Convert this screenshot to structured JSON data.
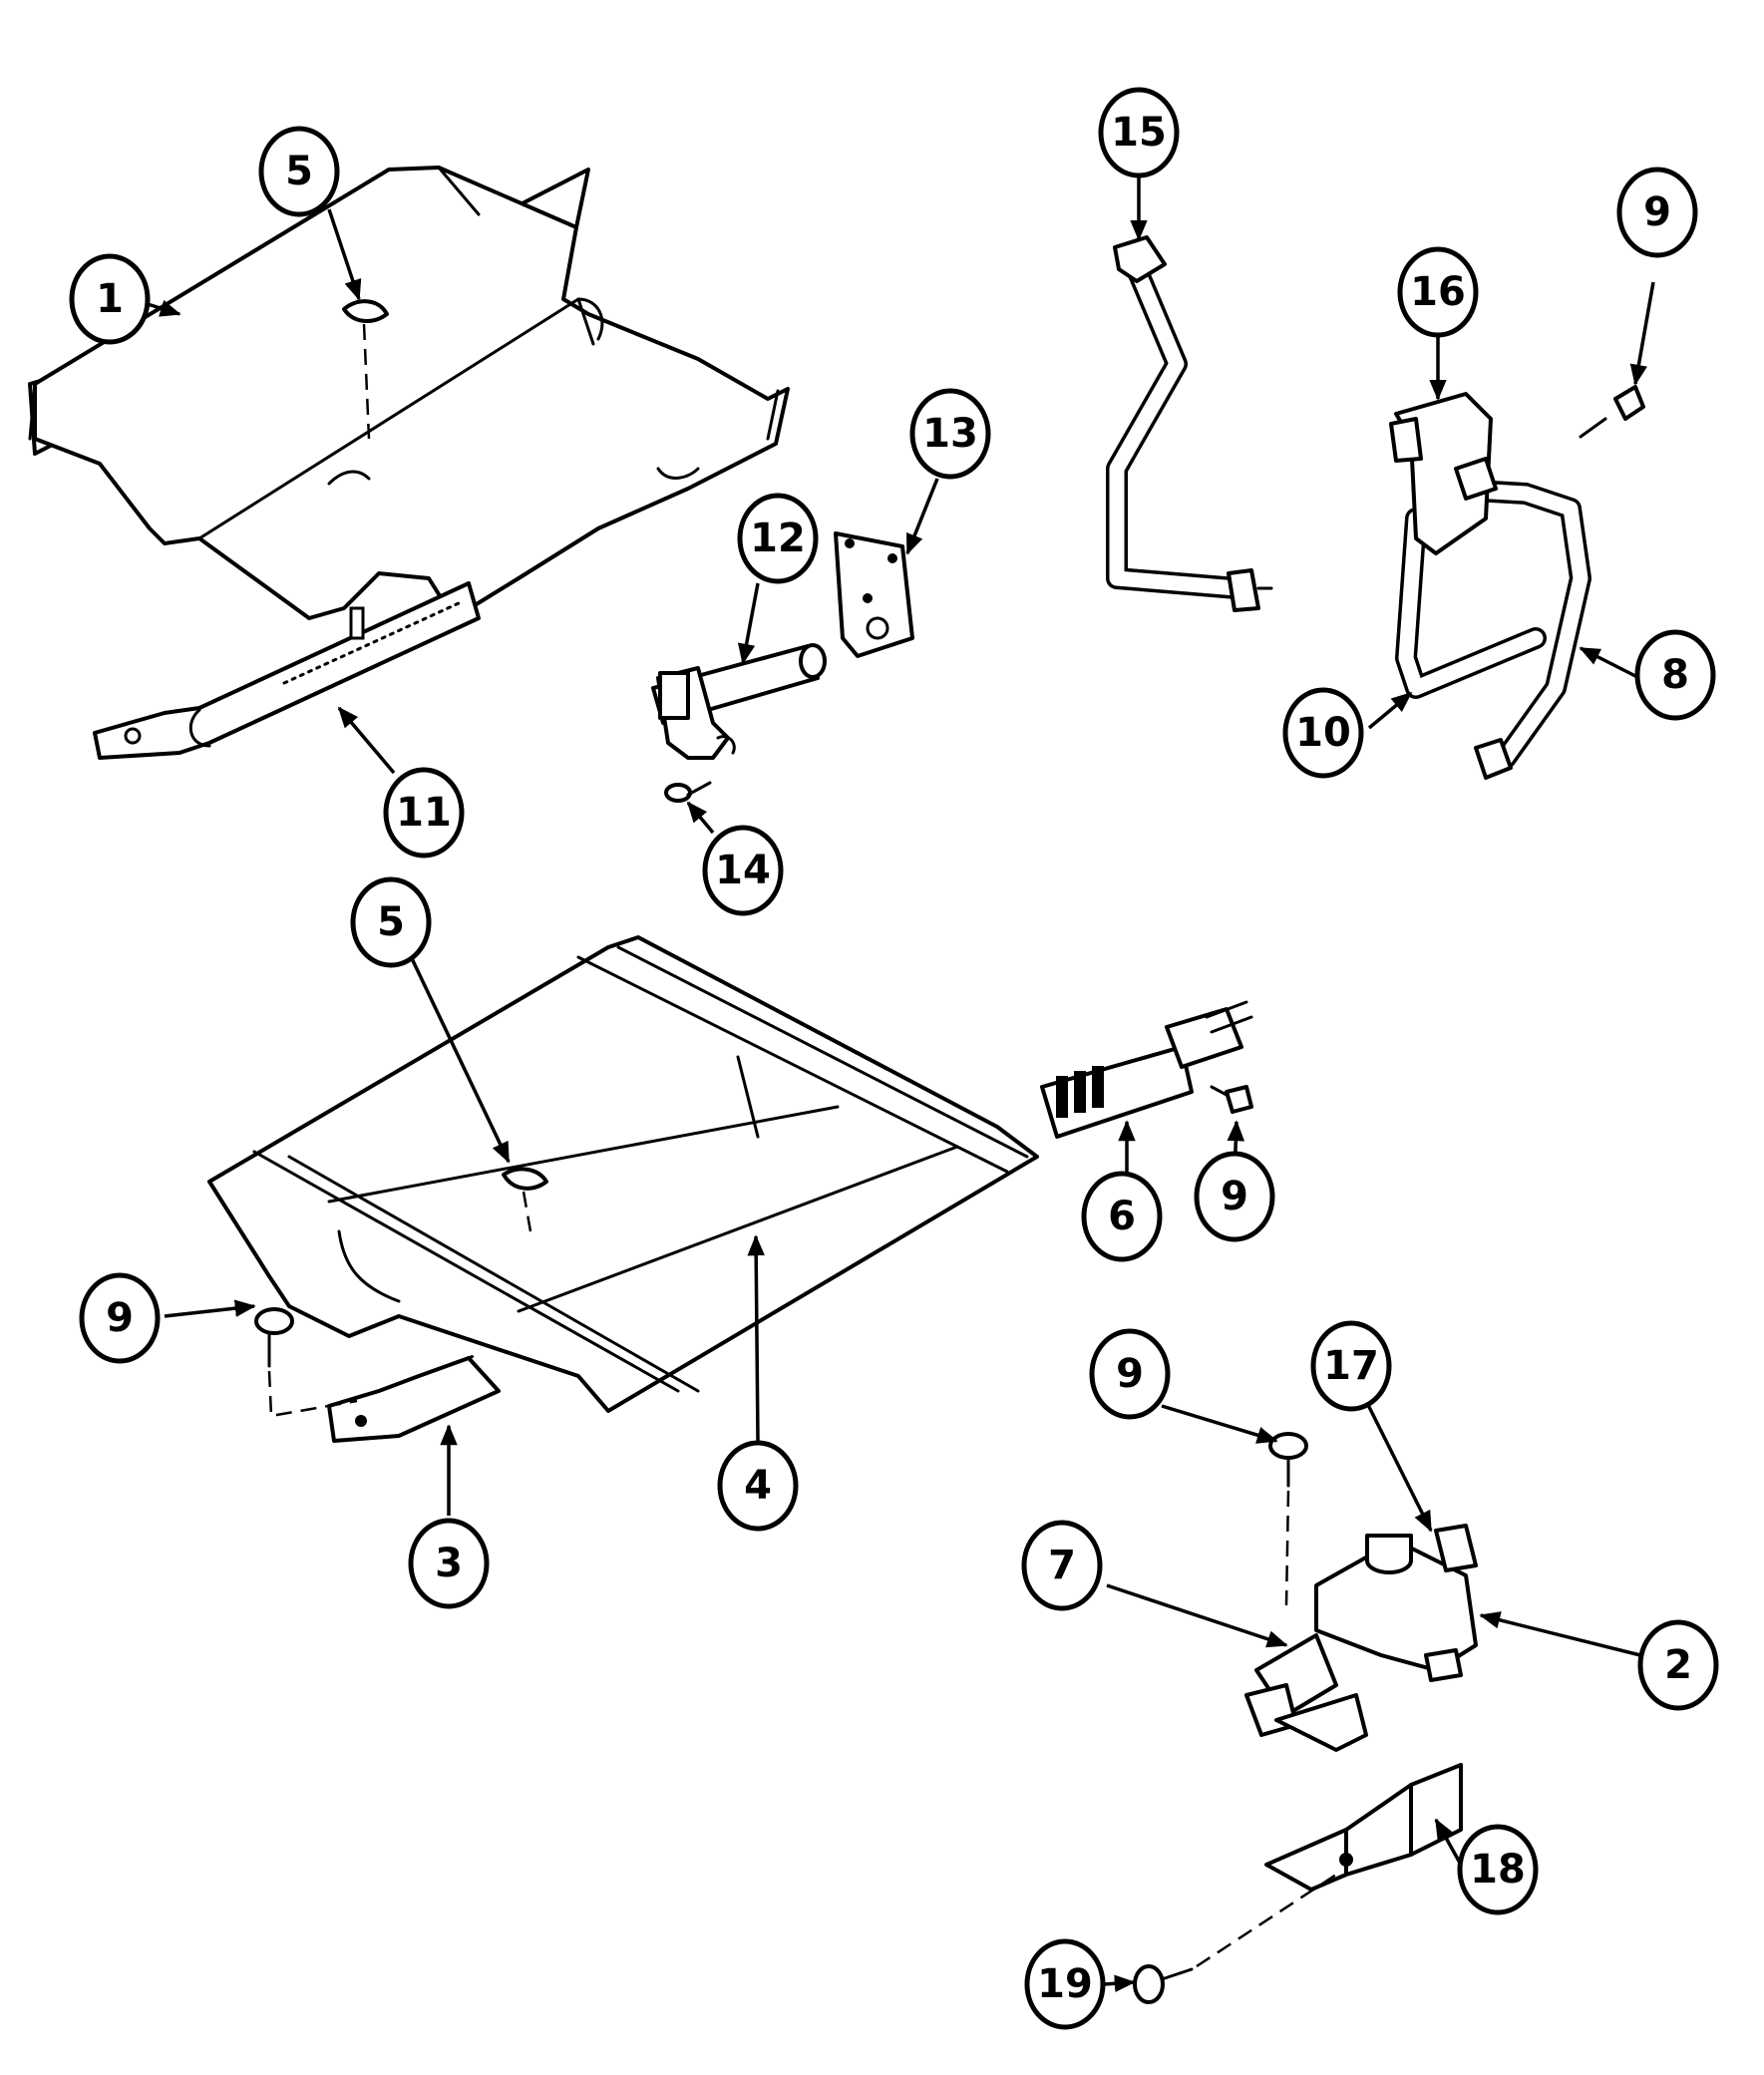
{
  "callouts": [
    {
      "id": "c1",
      "label": "1"
    },
    {
      "id": "c5a",
      "label": "5"
    },
    {
      "id": "c11",
      "label": "11"
    },
    {
      "id": "c12",
      "label": "12"
    },
    {
      "id": "c13",
      "label": "13"
    },
    {
      "id": "c14",
      "label": "14"
    },
    {
      "id": "c15",
      "label": "15"
    },
    {
      "id": "c16",
      "label": "16"
    },
    {
      "id": "c9a",
      "label": "9"
    },
    {
      "id": "c8",
      "label": "8"
    },
    {
      "id": "c10",
      "label": "10"
    },
    {
      "id": "c5b",
      "label": "5"
    },
    {
      "id": "c6",
      "label": "6"
    },
    {
      "id": "c9b",
      "label": "9"
    },
    {
      "id": "c9c",
      "label": "9"
    },
    {
      "id": "c4",
      "label": "4"
    },
    {
      "id": "c3",
      "label": "3"
    },
    {
      "id": "c9d",
      "label": "9"
    },
    {
      "id": "c17",
      "label": "17"
    },
    {
      "id": "c7",
      "label": "7"
    },
    {
      "id": "c2",
      "label": "2"
    },
    {
      "id": "c18",
      "label": "18"
    },
    {
      "id": "c19",
      "label": "19"
    }
  ]
}
